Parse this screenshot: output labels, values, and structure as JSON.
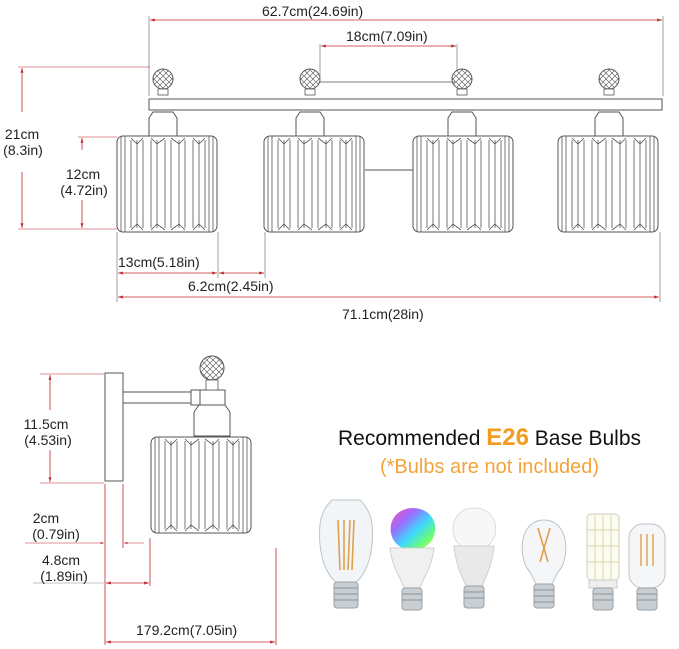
{
  "top_view": {
    "dimensions": {
      "overall_bar_width": "62.7cm(24.69in)",
      "arm_spacing": "18cm(7.09in)",
      "total_height_cm": "21cm",
      "total_height_in": "(8.3in)",
      "shade_height_cm": "12cm",
      "shade_height_in": "(4.72in)",
      "shade_width": "13cm(5.18in)",
      "shade_gap": "6.2cm(2.45in)",
      "overall_width": "71.1cm(28in)"
    },
    "fixture": {
      "shade_count": 4,
      "line_color": "#555555",
      "dimension_color": "#c0272d"
    }
  },
  "side_view": {
    "dimensions": {
      "backplate_height_cm": "11.5cm",
      "backplate_height_in": "(4.53in)",
      "backplate_depth_cm": "2cm",
      "backplate_depth_in": "(0.79in)",
      "arm_offset_cm": "4.8cm",
      "arm_offset_in": "(1.89in)",
      "total_extension": "179.2cm(7.05in)"
    }
  },
  "bulbs_panel": {
    "title_prefix": "Recommended",
    "title_accent": "E26",
    "title_suffix": "Base Bulbs",
    "subtitle": "(*Bulbs are not included)",
    "accent_color": "#f39a1f",
    "bulbs": [
      {
        "name": "ST64 Edison filament bulb"
      },
      {
        "name": "RGB smart color bulb"
      },
      {
        "name": "A19 white LED bulb"
      },
      {
        "name": "A19 clear filament bulb"
      },
      {
        "name": "LED corn bulb"
      },
      {
        "name": "T10 tubular filament bulb"
      }
    ]
  }
}
